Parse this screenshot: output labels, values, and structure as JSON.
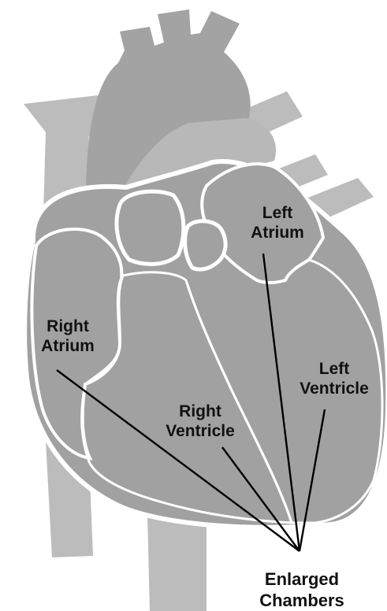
{
  "labels": {
    "left_atrium": [
      "Left",
      "Atrium"
    ],
    "right_atrium": [
      "Right",
      "Atrium"
    ],
    "left_ventricle": [
      "Left",
      "Ventricle"
    ],
    "right_ventricle": [
      "Right",
      "Ventricle"
    ],
    "enlarged_chambers": [
      "Enlarged",
      "Chambers"
    ]
  },
  "colors": {
    "vessel_light": "#bcbcbc",
    "vessel_mid": "#aaaaaa",
    "chamber": "#a1a1a1",
    "outline": "#ffffff",
    "leader_line": "#000000"
  }
}
